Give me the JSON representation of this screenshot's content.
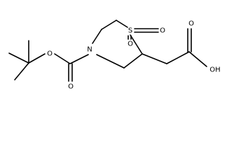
{
  "molecule": {
    "atoms": {
      "n_ring": "N",
      "s_ring": "S",
      "o_sulfonyl_right": "O",
      "o_sulfonyl_down": "O",
      "o_carbamate_ester": "O",
      "o_carbamate_carbonyl": "O",
      "o_acid_carbonyl": "O",
      "oh_acid": "OH"
    }
  }
}
